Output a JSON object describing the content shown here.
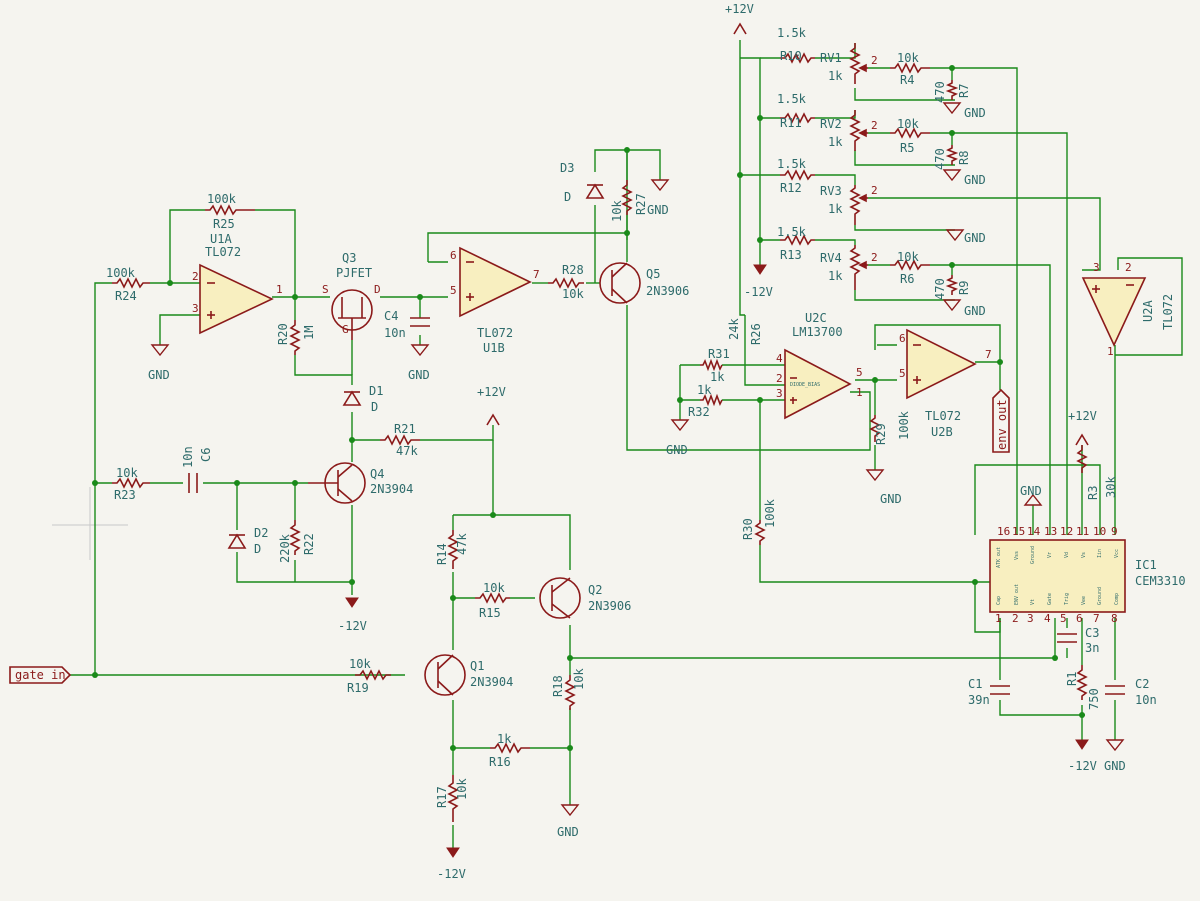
{
  "components": {
    "U1A": {
      "ref": "U1A",
      "value": "TL072"
    },
    "U1B": {
      "ref": "U1B",
      "value": "TL072"
    },
    "U2A": {
      "ref": "U2A",
      "value": "TL072"
    },
    "U2B": {
      "ref": "U2B",
      "value": "TL072"
    },
    "U2C": {
      "ref": "U2C",
      "value": "LM13700"
    },
    "Q1": {
      "ref": "Q1",
      "value": "2N3904"
    },
    "Q2": {
      "ref": "Q2",
      "value": "2N3906"
    },
    "Q3": {
      "ref": "Q3",
      "value": "PJFET"
    },
    "Q4": {
      "ref": "Q4",
      "value": "2N3904"
    },
    "Q5": {
      "ref": "Q5",
      "value": "2N3906"
    },
    "IC1": {
      "ref": "IC1",
      "value": "CEM3310"
    },
    "D1": {
      "ref": "D1",
      "value": "D"
    },
    "D2": {
      "ref": "D2",
      "value": "D"
    },
    "D3": {
      "ref": "D3",
      "value": "D"
    },
    "C1": {
      "ref": "C1",
      "value": "39n"
    },
    "C2": {
      "ref": "C2",
      "value": "10n"
    },
    "C3": {
      "ref": "C3",
      "value": "3n"
    },
    "C4": {
      "ref": "C4",
      "value": "10n"
    },
    "C6": {
      "ref": "C6",
      "value": "10n"
    },
    "R1": {
      "ref": "R1",
      "value": "750"
    },
    "R3": {
      "ref": "R3",
      "value": "30k"
    },
    "R4": {
      "ref": "R4",
      "value": "10k"
    },
    "R5": {
      "ref": "R5",
      "value": "10k"
    },
    "R6": {
      "ref": "R6",
      "value": "10k"
    },
    "R7": {
      "ref": "R7",
      "value": "470"
    },
    "R8": {
      "ref": "R8",
      "value": "470"
    },
    "R9": {
      "ref": "R9",
      "value": "470"
    },
    "R10": {
      "ref": "R10",
      "value": "1.5k"
    },
    "R11": {
      "ref": "R11",
      "value": "1.5k"
    },
    "R12": {
      "ref": "R12",
      "value": "1.5k"
    },
    "R13": {
      "ref": "R13",
      "value": "1.5k"
    },
    "R14": {
      "ref": "R14",
      "value": "47k"
    },
    "R15": {
      "ref": "R15",
      "value": "10k"
    },
    "R16": {
      "ref": "R16",
      "value": "1k"
    },
    "R17": {
      "ref": "R17",
      "value": "10k"
    },
    "R18": {
      "ref": "R18",
      "value": "10k"
    },
    "R19": {
      "ref": "R19",
      "value": "10k"
    },
    "R20": {
      "ref": "R20",
      "value": "1M"
    },
    "R21": {
      "ref": "R21",
      "value": "47k"
    },
    "R22": {
      "ref": "R22",
      "value": "220k"
    },
    "R23": {
      "ref": "R23",
      "value": "10k"
    },
    "R24": {
      "ref": "R24",
      "value": "100k"
    },
    "R25": {
      "ref": "R25",
      "value": "100k"
    },
    "R26": {
      "ref": "R26",
      "value": "24k"
    },
    "R27": {
      "ref": "R27",
      "value": "10k"
    },
    "R28": {
      "ref": "R28",
      "value": "10k"
    },
    "R29": {
      "ref": "R29",
      "value": "100k"
    },
    "R30": {
      "ref": "R30",
      "value": "100k"
    },
    "R31": {
      "ref": "R31",
      "value": "1k"
    },
    "R32": {
      "ref": "R32",
      "value": "1k"
    },
    "RV1": {
      "ref": "RV1",
      "value": "1k"
    },
    "RV2": {
      "ref": "RV2",
      "value": "1k"
    },
    "RV3": {
      "ref": "RV3",
      "value": "1k"
    },
    "RV4": {
      "ref": "RV4",
      "value": "1k"
    }
  },
  "power": {
    "pos": "+12V",
    "neg": "-12V",
    "gnd": "GND"
  },
  "labels": {
    "gate_in": "gate in",
    "env_out": "env out"
  },
  "pins": {
    "p1": "1",
    "p2": "2",
    "p3": "3",
    "p4": "4",
    "p5": "5",
    "p6": "6",
    "p7": "7",
    "p8": "8",
    "p9": "9",
    "p10": "10",
    "p11": "11",
    "p12": "12",
    "p13": "13",
    "p14": "14",
    "p15": "15",
    "p16": "16",
    "fet_s": "S",
    "fet_d": "D",
    "fet_g": "G"
  },
  "ic_pins": {
    "cem_atk_out": "ATK out",
    "cem_vss": "Vss",
    "cem_gnd": "Ground",
    "cem_vr": "Vr",
    "cem_vd": "Vd",
    "cem_vs": "Vs",
    "cem_ir": "Iin",
    "cem_vcc": "Vcc",
    "cem_cap": "Cap",
    "cem_env_out": "ENV out",
    "cem_vt": "Vt",
    "cem_gate": "Gate",
    "cem_trig": "Trig",
    "cem_vee": "Vee",
    "cem_ground2": "Ground",
    "cem_comp": "Comp",
    "lm_diode_bias": "DIODE_BIAS"
  }
}
